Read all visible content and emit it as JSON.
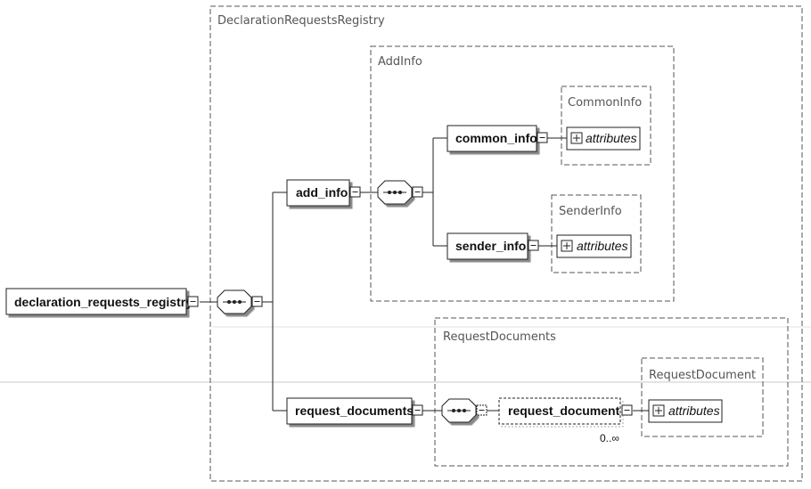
{
  "types": {
    "registry_type": "DeclarationRequestsRegistry",
    "addinfo_type": "AddInfo",
    "common_type": "CommonInfo",
    "sender_type": "SenderInfo",
    "requestdocs_type": "RequestDocuments",
    "requestdoc_type": "RequestDocument"
  },
  "elements": {
    "root": "declaration_requests_registry",
    "add_info": "add_info",
    "common_info": "common_info",
    "sender_info": "sender_info",
    "request_documents": "request_documents",
    "request_document": "request_document"
  },
  "attributes_label": "attributes",
  "cardinality": {
    "request_document": "0..∞"
  }
}
